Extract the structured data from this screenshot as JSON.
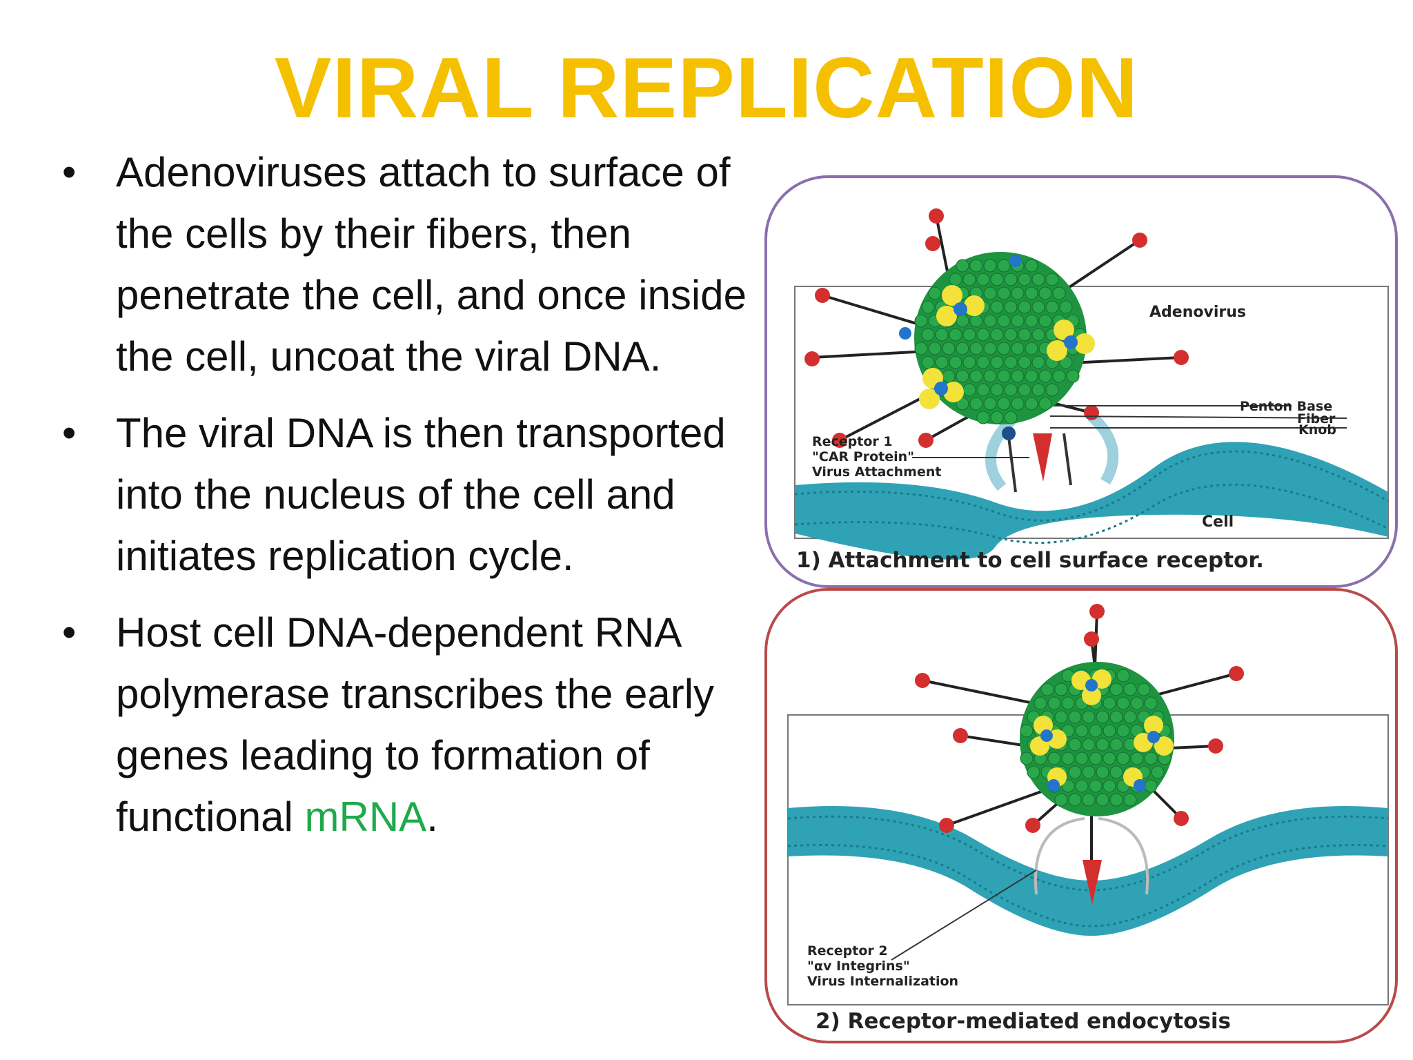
{
  "slide": {
    "title": "VIRAL REPLICATION",
    "bullets": [
      {
        "text": "Adenoviruses attach to surface of the cells by their fibers, then penetrate the cell, and once inside the cell, uncoat the viral DNA."
      },
      {
        "text": "The viral DNA is then transported into the nucleus of the cell and initiates replication cycle."
      },
      {
        "text": "Host cell DNA-dependent RNA polymerase transcribes the early genes leading to formation of functional ",
        "highlight": "mRNA",
        "tail": "."
      }
    ],
    "bullet_symbol": "•",
    "colors": {
      "title": "#F5C000",
      "highlight": "#1FA94A",
      "capsid": "#1E9440",
      "penton": "#F2E23A",
      "knob": "#D32F2F",
      "membrane": "#2FA3B5"
    }
  },
  "figure1": {
    "labels": {
      "adenovirus": "Adenovirus",
      "penton_base": "Penton Base",
      "fiber": "Fiber",
      "knob": "Knob",
      "receptor_1": "Receptor 1",
      "car_protein": "\"CAR Protein\"",
      "virus_attachment": "Virus Attachment",
      "cell": "Cell"
    },
    "caption": "1) Attachment to cell surface receptor."
  },
  "figure2": {
    "labels": {
      "receptor_2": "Receptor 2",
      "integrins": "\"αv Integrins\"",
      "virus_internalization": "Virus Internalization"
    },
    "caption": "2) Receptor-mediated endocytosis"
  }
}
